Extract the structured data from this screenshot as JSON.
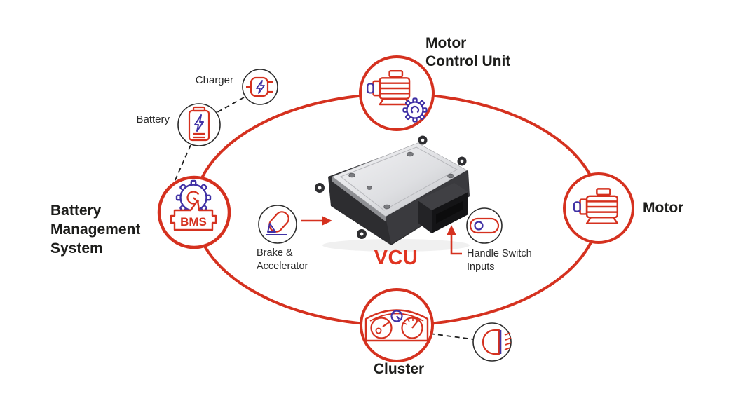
{
  "diagram": {
    "center_label": "VCU",
    "colors": {
      "red": "#d5311f",
      "blue": "#4031a5",
      "text": "#1d1d1b"
    },
    "nodes": {
      "mcu": {
        "label": "Motor Control Unit",
        "lines": [
          "Motor",
          "Control Unit"
        ],
        "icon": "motor-with-gear-icon"
      },
      "motor": {
        "label": "Motor",
        "icon": "motor-icon"
      },
      "cluster": {
        "label": "Cluster",
        "icon": "instrument-cluster-icon"
      },
      "bms": {
        "label": "Battery Management System",
        "lines": [
          "Battery",
          "Management",
          "System"
        ],
        "badge": "BMS",
        "icon": "gear-with-bms-chip-icon"
      },
      "charger": {
        "label": "Charger",
        "icon": "charger-plug-icon"
      },
      "battery": {
        "label": "Battery",
        "icon": "battery-icon"
      },
      "brake": {
        "label": "Brake & Accelerator",
        "lines": [
          "Brake &",
          "Accelerator"
        ],
        "icon": "pedal-icon"
      },
      "handle": {
        "label": "Handle Switch Inputs",
        "lines": [
          "Handle Switch",
          "Inputs"
        ],
        "icon": "toggle-switch-icon"
      },
      "headlight": {
        "icon": "headlight-icon"
      }
    }
  }
}
